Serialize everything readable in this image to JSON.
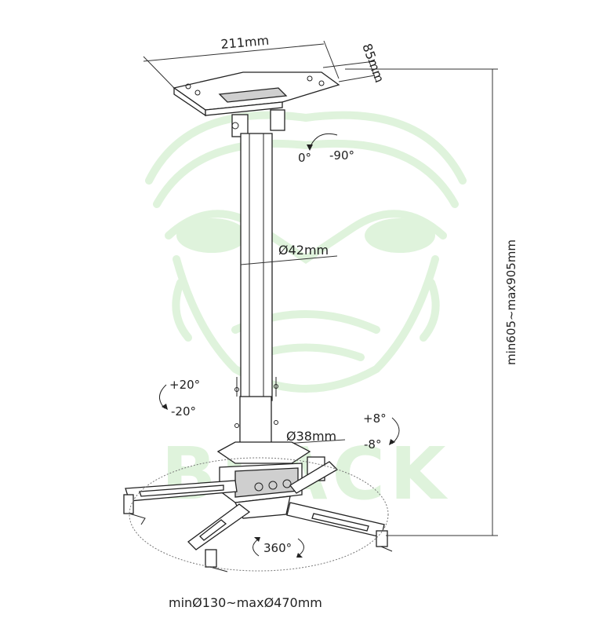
{
  "watermark": {
    "text": "BLACK",
    "icon": "tribal-mask-icon",
    "color": "#dff3dc"
  },
  "dimensions": {
    "plate_width": "211mm",
    "plate_depth": "85mm",
    "tube_diameter": "Ø42mm",
    "tube_diameter_lower": "Ø38mm",
    "height_range": "min605~max905mm",
    "arm_span": "minØ130~maxØ470mm"
  },
  "rotation": {
    "top_start": "0°",
    "top_end": "-90°",
    "tilt_up": "+20°",
    "tilt_down": "-20°",
    "swivel_up": "+8°",
    "swivel_down": "-8°",
    "spin": "360°"
  },
  "colors": {
    "line": "#222222",
    "watermark": "#dff3dc"
  }
}
